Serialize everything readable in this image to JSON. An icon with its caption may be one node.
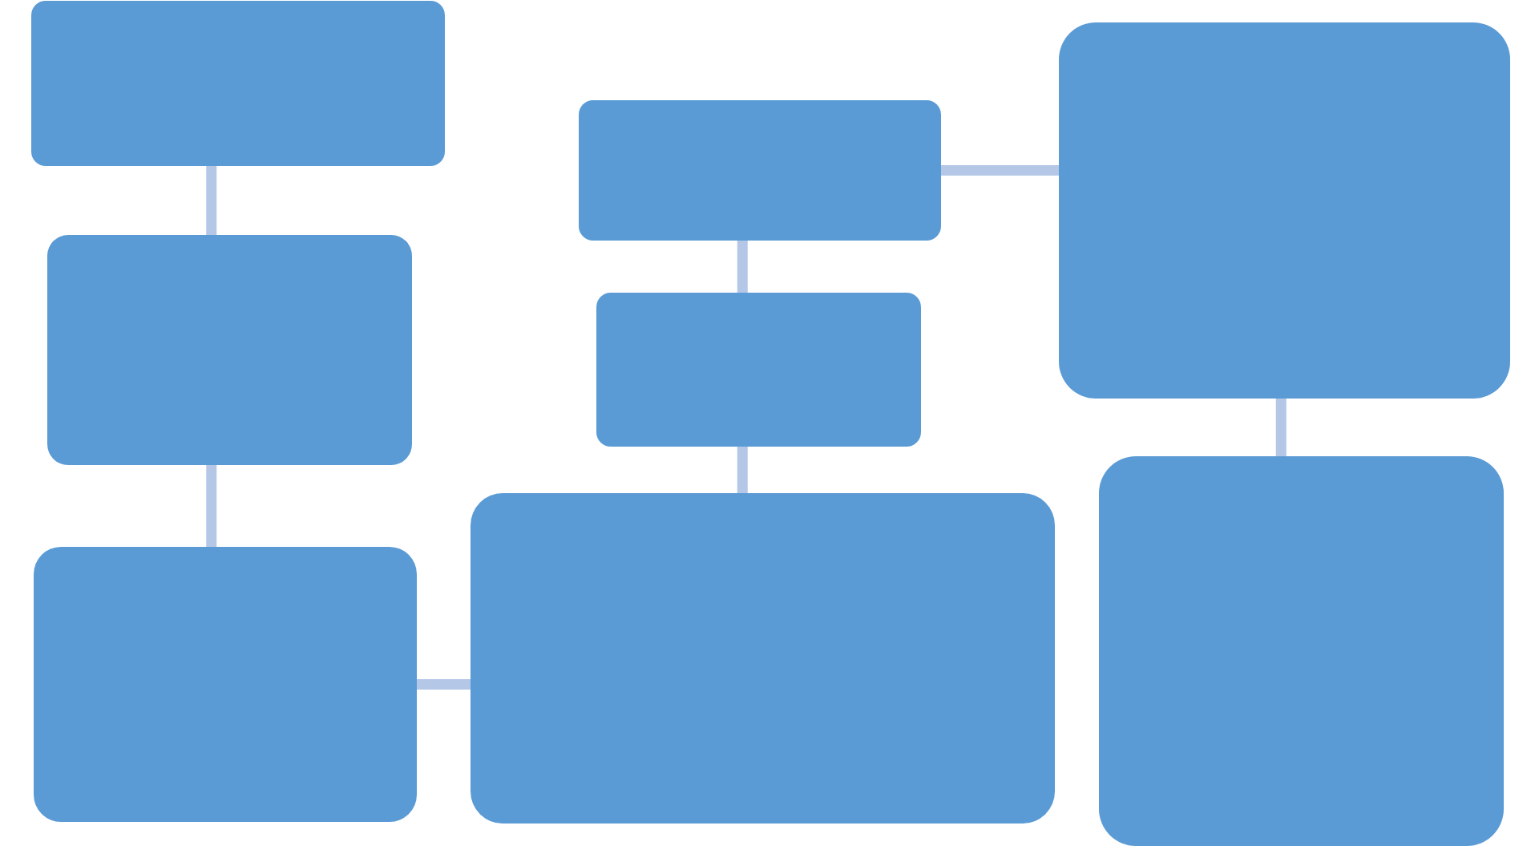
{
  "diagram": {
    "nodes": [
      {
        "text": [],
        "shape": "box"
      },
      {
        "text": [],
        "shape": "box"
      },
      {
        "text": [],
        "shape": "box"
      },
      {
        "text": [],
        "shape": "box"
      },
      {
        "text": [],
        "shape": "box"
      },
      {
        "text": [],
        "shape": "box"
      },
      {
        "text": [],
        "shape": "box"
      },
      {
        "text": [],
        "shape": "box"
      }
    ],
    "edges": [
      {
        "from": 0,
        "to": 1,
        "arrow": "none"
      },
      {
        "from": 1,
        "to": 2,
        "arrow": "none"
      },
      {
        "from": 2,
        "to": 5,
        "arrow": "none"
      },
      {
        "from": 5,
        "to": 4,
        "arrow": "none"
      },
      {
        "from": 4,
        "to": 3,
        "arrow": "none"
      },
      {
        "from": 3,
        "to": 6,
        "arrow": "none"
      },
      {
        "from": 6,
        "to": 7,
        "arrow": "none"
      }
    ]
  }
}
